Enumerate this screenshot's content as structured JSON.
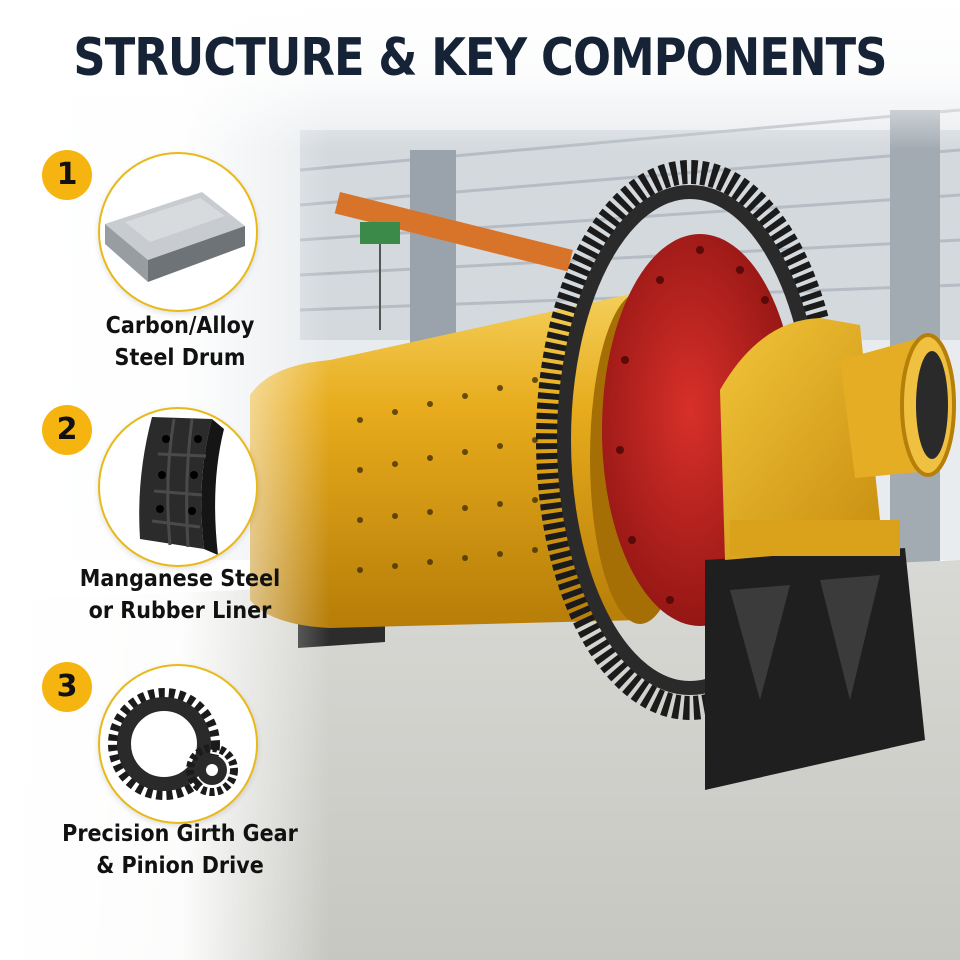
{
  "title": "STRUCTURE & KEY COMPONENTS",
  "components": [
    {
      "number": "1",
      "line1": "Carbon/Alloy",
      "line2": "Steel Drum",
      "icon": "steel-plate-icon"
    },
    {
      "number": "2",
      "line1": "Manganese Steel",
      "line2": "or Rubber Liner",
      "icon": "liner-plate-icon"
    },
    {
      "number": "3",
      "line1": "Precision Girth Gear",
      "line2": "& Pinion Drive",
      "icon": "gear-pinion-icon"
    }
  ],
  "colors": {
    "title": "#162235",
    "badge": "#f5b40f",
    "drum": "#e8ad1c",
    "flange": "#c0201e",
    "gear": "#1b1b1b"
  }
}
